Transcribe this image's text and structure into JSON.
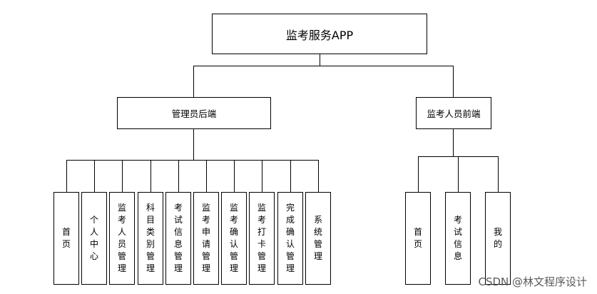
{
  "diagram": {
    "root": "监考服务APP",
    "branches": [
      {
        "label": "管理员后端",
        "children": [
          "首页",
          "个人中心",
          "监考人员管理",
          "科目类别管理",
          "考试信息管理",
          "监考申请管理",
          "监考确认管理",
          "监考打卡管理",
          "完成确认管理",
          "系统管理"
        ]
      },
      {
        "label": "监考人员前端",
        "children": [
          "首页",
          "考试信息",
          "我的"
        ]
      }
    ]
  },
  "watermark": "CSDN @林文程序设计"
}
